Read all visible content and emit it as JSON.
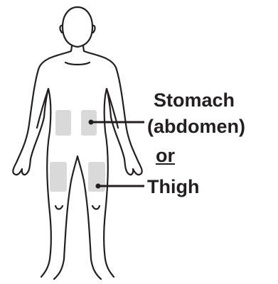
{
  "labels": {
    "stomach": "Stomach",
    "abdomen": "(abdomen)",
    "or": "or",
    "thigh": "Thigh"
  },
  "colors": {
    "outline": "#231f20",
    "injection_site": "#d9d9d9",
    "text": "#231f20"
  }
}
